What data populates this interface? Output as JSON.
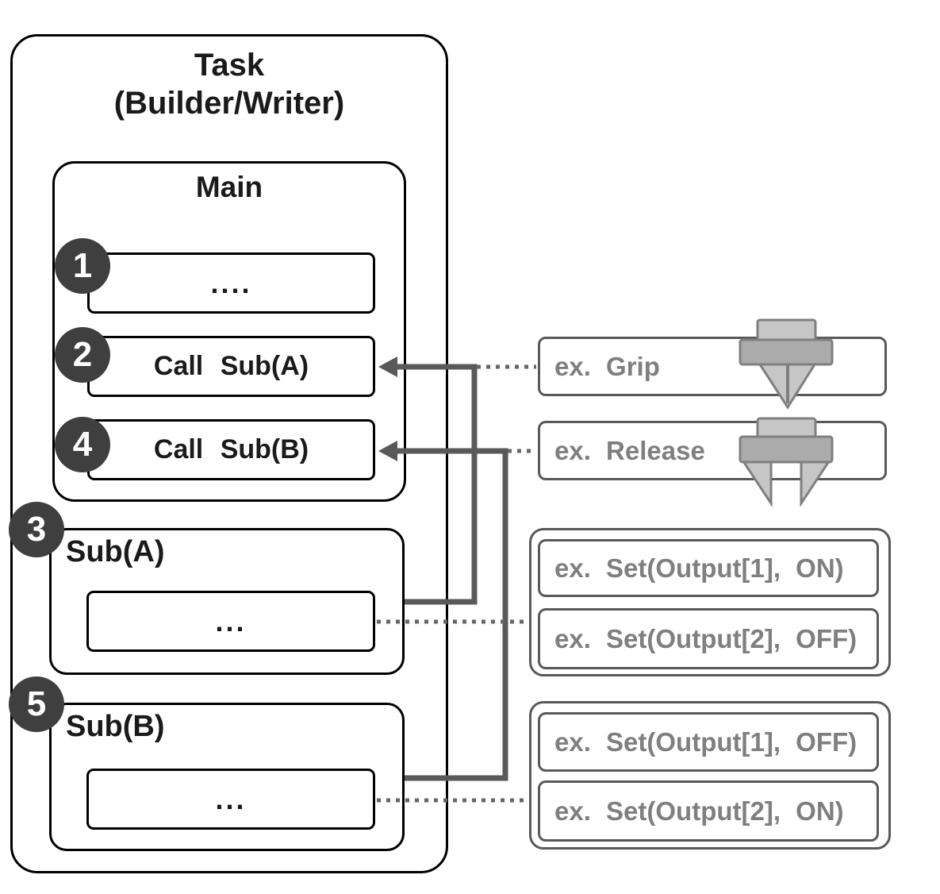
{
  "task": {
    "title_line1": "Task",
    "title_line2": "(Builder/Writer)"
  },
  "main": {
    "title": "Main",
    "steps": [
      {
        "num": "1",
        "label": "...."
      },
      {
        "num": "2",
        "label": "Call Sub(A)"
      },
      {
        "num": "4",
        "label": "Call Sub(B)"
      }
    ]
  },
  "subs": [
    {
      "num": "3",
      "title": "Sub(A)",
      "body": "..."
    },
    {
      "num": "5",
      "title": "Sub(B)",
      "body": "..."
    }
  ],
  "examples": {
    "grip": {
      "label": "ex. Grip",
      "icon": "gripper-closed"
    },
    "release": {
      "label": "ex. Release",
      "icon": "gripper-open"
    },
    "groups": [
      {
        "items": [
          "ex. Set(Output[1], ON)",
          "ex. Set(Output[2], OFF)"
        ]
      },
      {
        "items": [
          "ex. Set(Output[1], OFF)",
          "ex. Set(Output[2], ON)"
        ]
      }
    ]
  },
  "colors": {
    "outline": "#000000",
    "connector": "#595959",
    "dotted_line": "#666666",
    "example_border": "#595959",
    "example_text": "#7f7f7f",
    "badge_bg": "#3f3f3f",
    "badge_text": "#ffffff",
    "icon_light_gray": "#c6c6c6",
    "icon_mid_gray": "#ababab",
    "icon_stroke": "#7f7f7f"
  }
}
